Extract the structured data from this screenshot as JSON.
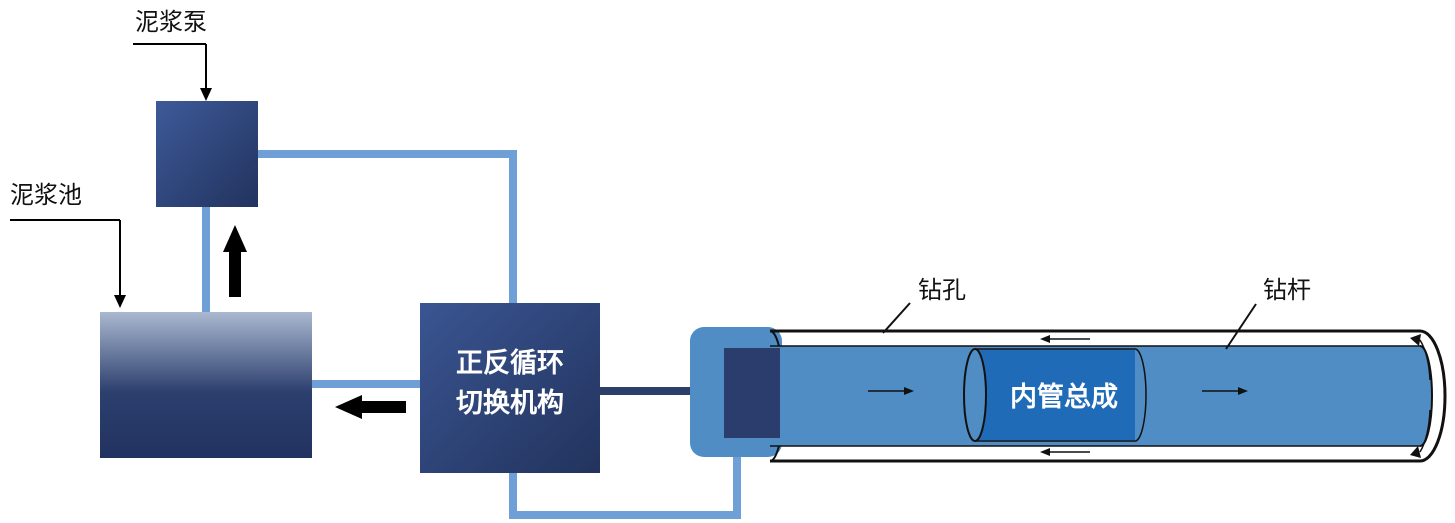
{
  "labels": {
    "pump": "泥浆泵",
    "tank": "泥浆池",
    "switch_line1": "正反循环",
    "switch_line2": "切换机构",
    "borehole": "钻孔",
    "drill_rod": "钻杆",
    "inner_tube": "内管总成"
  },
  "colors": {
    "pipe_light": "#6e9fd6",
    "pipe_dark": "#2c3f6b",
    "box_dark": "#2b3d6c",
    "box_light": "#3d5a99",
    "tank_top": "#a9b7cf",
    "tank_bottom": "#233461",
    "drill_fill": "#4f8dc4",
    "inner_tube": "#1f6bb8",
    "hole_outline": "#111111"
  }
}
